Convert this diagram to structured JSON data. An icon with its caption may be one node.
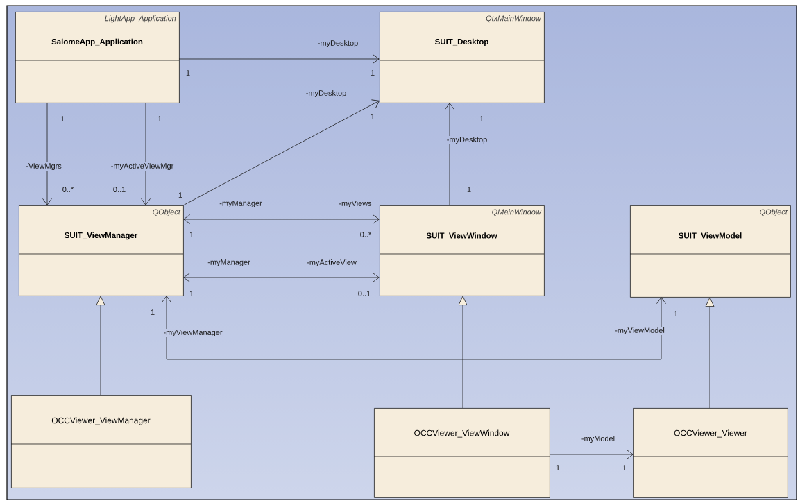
{
  "diagram": {
    "nodes": [
      {
        "text": [
          "LightApp_Application",
          "SalomeApp_Application"
        ]
      },
      {
        "text": [
          "QtxMainWindow",
          "SUIT_Desktop"
        ]
      },
      {
        "text": [
          "QObject",
          "SUIT_ViewManager"
        ]
      },
      {
        "text": [
          "QMainWindow",
          "SUIT_ViewWindow"
        ]
      },
      {
        "text": [
          "QObject",
          "SUIT_ViewModel"
        ]
      },
      {
        "text": [
          "OCCViewer_ViewManager"
        ]
      },
      {
        "text": [
          "OCCViewer_ViewWindow"
        ]
      },
      {
        "text": [
          "OCCViewer_Viewer"
        ]
      }
    ],
    "edges": [
      {
        "from": 0,
        "to": 1,
        "arrow": "to"
      },
      {
        "from": 2,
        "to": 1,
        "arrow": "to"
      },
      {
        "from": 0,
        "to": 2,
        "arrow": "to"
      },
      {
        "from": 0,
        "to": 2,
        "arrow": "to"
      },
      {
        "from": 3,
        "to": 1,
        "arrow": "to"
      },
      {
        "from": 2,
        "to": 3,
        "arrow": "both"
      },
      {
        "from": 2,
        "to": 3,
        "arrow": "both"
      },
      {
        "from": 2,
        "to": 4,
        "arrow": "both"
      },
      {
        "from": 5,
        "to": 2,
        "arrow": "to"
      },
      {
        "from": 6,
        "to": 3,
        "arrow": "to"
      },
      {
        "from": 7,
        "to": 4,
        "arrow": "to"
      },
      {
        "from": 6,
        "to": 7,
        "arrow": "to"
      }
    ],
    "labels": [
      "-myDesktop",
      "1",
      "1",
      "-myDesktop",
      "1",
      "1",
      "1",
      "1",
      "-myDesktop",
      "-ViewMgrs",
      "-myActiveViewMgr",
      "0..*",
      "0..1",
      "1",
      "1",
      "-myManager",
      "-myViews",
      "1",
      "0..*",
      "-myManager",
      "-myActiveView",
      "1",
      "0..1",
      "1",
      "1",
      "-myViewManager",
      "-myViewModel",
      "-myModel",
      "1",
      "1"
    ]
  }
}
